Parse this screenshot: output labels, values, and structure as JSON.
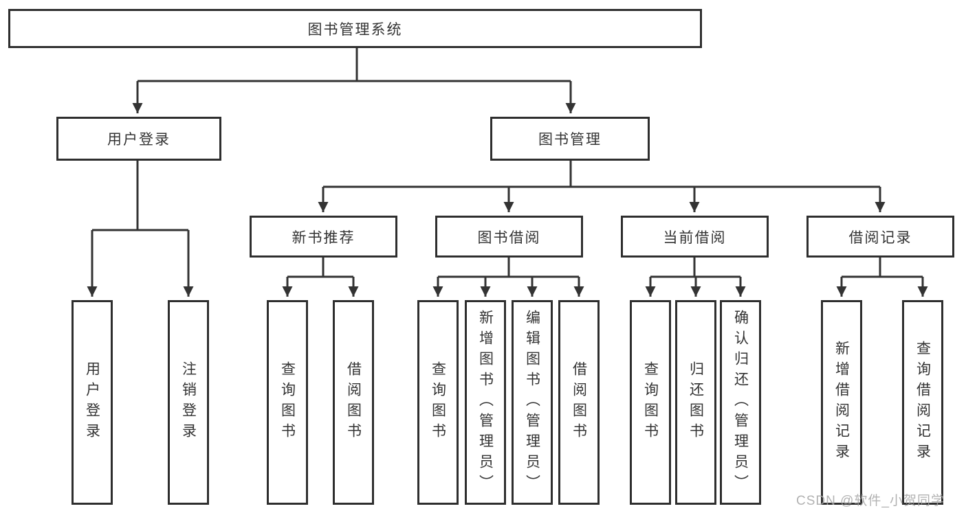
{
  "diagram": {
    "title_node": {
      "label": "图书管理系统"
    },
    "level2": [
      {
        "label": "用户登录"
      },
      {
        "label": "图书管理"
      }
    ],
    "level3": [
      {
        "label": "新书推荐"
      },
      {
        "label": "图书借阅"
      },
      {
        "label": "当前借阅"
      },
      {
        "label": "借阅记录"
      }
    ],
    "leaves": {
      "user_login": [
        "用户登录",
        "注销登录"
      ],
      "new_book": [
        "查询图书",
        "借阅图书"
      ],
      "book_borrow": [
        "查询图书",
        "新增图书（管理员）",
        "编辑图书（管理员）",
        "借阅图书"
      ],
      "current_borrow": [
        "查询图书",
        "归还图书",
        "确认归还（管理员）"
      ],
      "borrow_record": [
        "新增借阅记录",
        "查询借阅记录"
      ]
    },
    "colors": {
      "line": "#333333",
      "border": "#2e2e2e",
      "text": "#333333",
      "watermark": "#a4a4a4"
    }
  },
  "watermark": {
    "text": "CSDN @软件_小贺同学"
  }
}
